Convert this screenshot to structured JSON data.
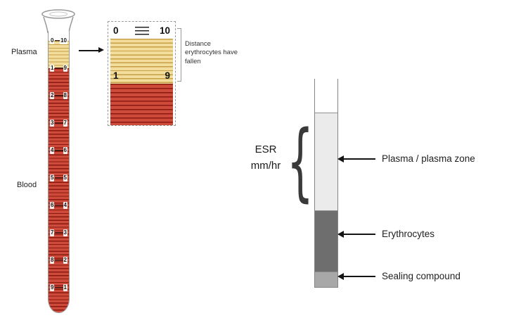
{
  "westergren_tube": {
    "plasma_label": "Plasma",
    "blood_label": "Blood",
    "left_scale": [
      "0",
      "1",
      "2",
      "3",
      "4",
      "5",
      "6",
      "7",
      "8",
      "9"
    ],
    "right_scale": [
      "10",
      "9",
      "8",
      "7",
      "6",
      "5",
      "4",
      "3",
      "2",
      "1"
    ]
  },
  "inset": {
    "top_left_number": "0",
    "top_right_number": "10",
    "boundary_left_number": "1",
    "boundary_right_number": "9",
    "caption": "Distance erythrocytes have fallen"
  },
  "esr_diagram": {
    "measure_line1": "ESR",
    "measure_line2": "mm/hr",
    "brace_glyph": "{",
    "labels": {
      "plasma": "Plasma / plasma zone",
      "erythrocytes": "Erythrocytes",
      "sealing": "Sealing compound"
    }
  },
  "colors": {
    "plasma_yellow": "#f3dd9c",
    "plasma_stripe": "#c79f45",
    "blood_red": "#ce4a3b",
    "blood_stripe": "#8a1a10",
    "tube_outline": "#999999",
    "plasma_zone_gray": "#ebebeb",
    "erythrocytes_gray": "#6e6e6e",
    "sealing_gray": "#a8a8a8",
    "arrow_color": "#141414"
  }
}
